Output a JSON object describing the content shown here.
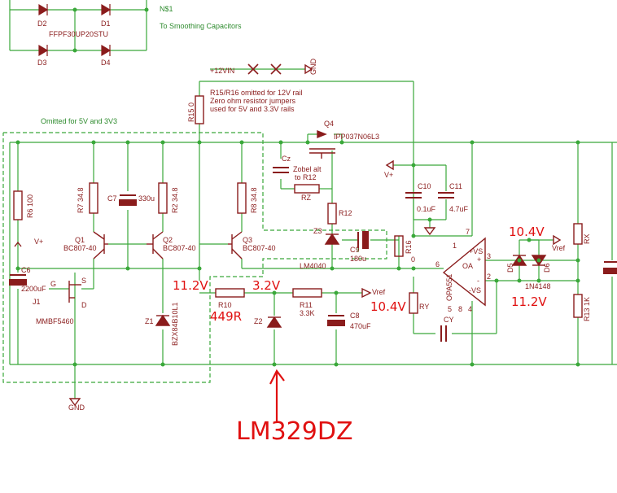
{
  "top": {
    "d2": "D2",
    "d1": "D1",
    "d3": "D3",
    "d4": "D4",
    "bridge_part": "FFPF30UP20STU",
    "net_name": "N$1",
    "net_desc": "To Smoothing Capacitors"
  },
  "rails": {
    "plus12vin": "+12VIN",
    "gnd_top": "GND",
    "note_line1": "R15/R16 omitted for 12V rail",
    "note_line2": "Zero ohm resistor jumpers",
    "note_line3": "used for 5V and 3.3V rails",
    "omitted_note": "Omitted for 5V and 3V3",
    "gnd_bottom": "GND",
    "vplus_left": "V+",
    "vplus_right": "V+"
  },
  "parts": {
    "r15": "R15 0",
    "r6": "R6 100",
    "r7": "R7 34.8",
    "c7": "C7",
    "c7_val": "330u",
    "r2": "R2 34.8",
    "r8": "R8 34.8",
    "q1": "Q1",
    "q1_val": "BC807-40",
    "q2": "Q2",
    "q2_val": "BC807-40",
    "q3": "Q3",
    "q3_val": "BC807-40",
    "c6": "C6",
    "c6_val": "2200uF",
    "j1": "J1",
    "j1_g": "G",
    "j1_s": "S",
    "j1_d": "D",
    "j1_val": "MMBF5460",
    "z1": "Z1",
    "z1_val": "BZX84B10L1",
    "r10": "R10",
    "r11": "R11",
    "r11_val": "3.3K",
    "z2": "Z2",
    "c8": "C8",
    "c8_val": "470uF",
    "vref": "Vref",
    "q4": "Q4",
    "q4_val": "IPP037N06L3",
    "cz": "Cz",
    "zobel1": "Zobel alt",
    "zobel2": "to R12",
    "rz": "RZ",
    "r12": "R12",
    "z3": "Z3",
    "z3_val": "LM4040",
    "c9": "C9",
    "c9_val": "180u",
    "r16": "R16",
    "r16_val": "0",
    "c10": "C10",
    "c10_val": "0.1uF",
    "c11": "C11",
    "c11_val": "4.7uF",
    "ry": "RY",
    "cy": "CY",
    "oa": "OA",
    "oa_part": "OPA551",
    "oa_vs_plus": "+VS",
    "oa_vs_minus": "-VS",
    "oa_pin_plus": "+",
    "oa_pin_minus": "-",
    "pin7": "7",
    "pin3": "3",
    "pin2": "2",
    "pin6": "6",
    "pin8": "8",
    "pin4": "4",
    "pin5": "5",
    "pin1": "1",
    "d5": "D5",
    "d6": "D6",
    "d_part": "1N4148",
    "vref_right": "Vref",
    "rx": "RX",
    "r13": "R13 1K"
  },
  "annotations": {
    "v11_2_left": "11.2V",
    "v3_2": "3.2V",
    "r_449": "449R",
    "v10_4_mid": "10.4V",
    "v10_4_right": "10.4V",
    "v11_2_right": "11.2V",
    "lm329": "LM329DZ"
  },
  "colors": {
    "wire": "#3aa83a",
    "part": "#8a1c1c",
    "text": "#8a1c1c",
    "net_text": "#2e8b2e",
    "marker": "#e01010"
  }
}
